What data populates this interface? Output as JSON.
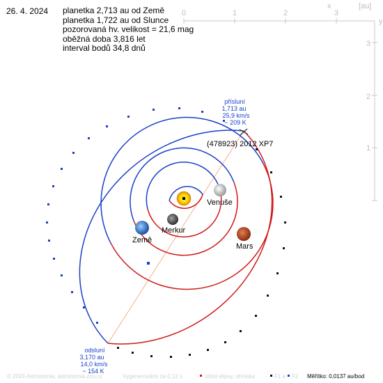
{
  "date": "26. 4. 2024",
  "info": {
    "line1": "planetka 2,713 au od Země",
    "line2": "planetka 1,722 au od Slunce",
    "line3": "pozorovaná hv. velikost = 21,6 mag",
    "line4": "oběžná doba 3,816 let",
    "line5": "interval bodů 34,8 dnů"
  },
  "axes": {
    "x_label": "x",
    "unit_label": "[au]",
    "x_ticks": [
      "0",
      "1",
      "2",
      "3"
    ],
    "y_label": "y",
    "y_ticks": [
      "3",
      "2",
      "1"
    ]
  },
  "bodies": {
    "venus": "Venuše",
    "mercury": "Merkur",
    "mars": "Mars",
    "earth": "Země",
    "asteroid": "(478923) 2012 XP7"
  },
  "perihelion": {
    "title": "přísluní",
    "distance": "1,713 au",
    "speed": "25,9 km/s",
    "temp": "~ 209 K"
  },
  "aphelion": {
    "title": "odsluní",
    "distance": "3,170 au",
    "speed": "14,0 km/s",
    "temp": "~ 154 K"
  },
  "footer": {
    "copyright": "© 2024 Astronomia, astronomia.zcu.cz",
    "generated": "Vygenerováno za 0,12 s",
    "center_legend": "střed elipsy, ohniska",
    "f1": "F1 a",
    "f2": "F2",
    "scale": "Měřítko: 0,0137 au/bod"
  },
  "colors": {
    "orbit_above": "#1a3fc8",
    "orbit_below": "#d01818",
    "axis": "#c8c8c8",
    "annotation": "#1a3fc8",
    "line_of_apsides": "#f0a070"
  }
}
